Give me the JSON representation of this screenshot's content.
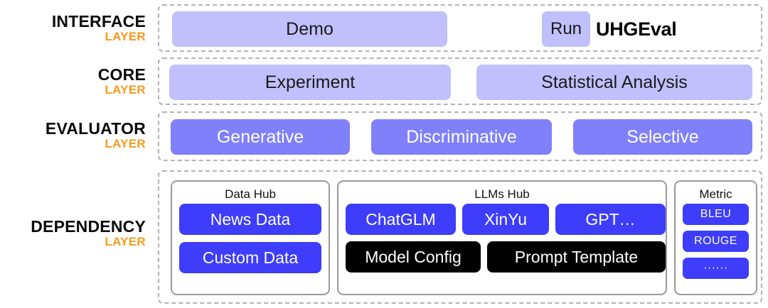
{
  "colors": {
    "lilac": "#C1C0FC",
    "violet": "#8080FB",
    "blue": "#3D3DFB",
    "black": "#000000",
    "orange": "#F89B1C",
    "dashed_border": "#B3B3B3",
    "panel_border": "#9A9A9A"
  },
  "layers": [
    {
      "name": "INTERFACE",
      "sublabel": "LAYER"
    },
    {
      "name": "CORE",
      "sublabel": "LAYER"
    },
    {
      "name": "EVALUATOR",
      "sublabel": "LAYER"
    },
    {
      "name": "DEPENDENCY",
      "sublabel": "LAYER"
    }
  ],
  "interface_layer": {
    "demo_label": "Demo",
    "run_label": "Run",
    "product_name": "UHGEval"
  },
  "core_layer": {
    "items": [
      {
        "label": "Experiment"
      },
      {
        "label": "Statistical Analysis"
      }
    ]
  },
  "evaluator_layer": {
    "items": [
      {
        "label": "Generative"
      },
      {
        "label": "Discriminative"
      },
      {
        "label": "Selective"
      }
    ]
  },
  "dependency_layer": {
    "data_hub": {
      "title": "Data Hub",
      "items": [
        {
          "label": "News Data"
        },
        {
          "label": "Custom Data"
        }
      ]
    },
    "llms_hub": {
      "title": "LLMs Hub",
      "models": [
        {
          "label": "ChatGLM"
        },
        {
          "label": "XinYu"
        },
        {
          "label": "GPT…"
        }
      ],
      "configs": [
        {
          "label": "Model Config"
        },
        {
          "label": "Prompt Template"
        }
      ]
    },
    "metric": {
      "title": "Metric",
      "items": [
        {
          "label": "BLEU"
        },
        {
          "label": "ROUGE"
        },
        {
          "label": "······"
        }
      ]
    }
  }
}
